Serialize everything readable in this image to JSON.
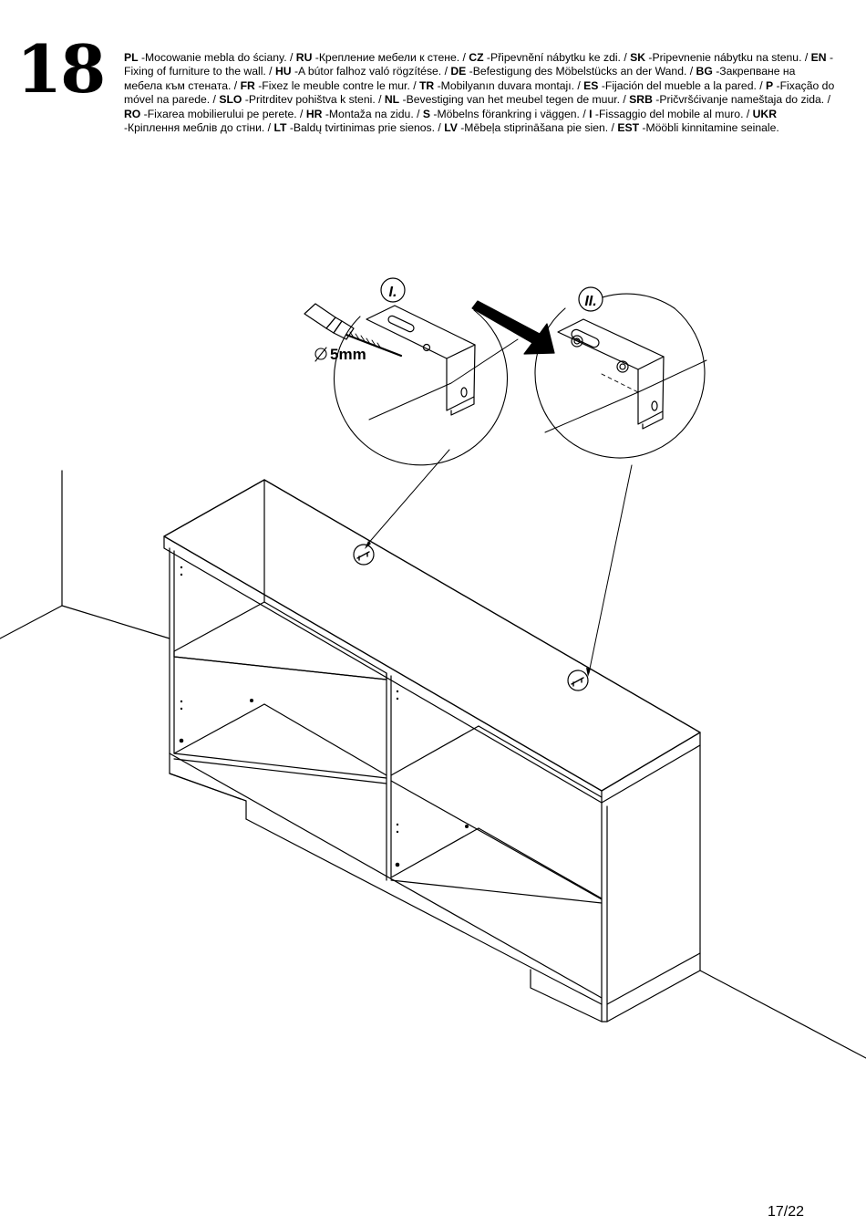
{
  "step": {
    "number": "18"
  },
  "instructions": [
    {
      "code": "PL",
      "text": "-Mocowanie mebla do ściany. /"
    },
    {
      "code": "RU",
      "text": "-Крепление мебели к стене. /"
    },
    {
      "code": "CZ",
      "text": "-Připevnění nábytku ke zdi. /"
    },
    {
      "code": "SK",
      "text": "-Pripevnenie nábytku na stenu. /"
    },
    {
      "code": "EN",
      "text": "-Fixing of furniture to the wall. /"
    },
    {
      "code": "HU",
      "text": "-A bútor falhoz való rögzítése. /"
    },
    {
      "code": "DE",
      "text": "-Befestigung des Möbelstücks an der Wand. /"
    },
    {
      "code": "BG",
      "text": "-Закрепване на мебела към стената. /"
    },
    {
      "code": "FR",
      "text": "-Fixez le meuble contre le mur. /"
    },
    {
      "code": "TR",
      "text": "-Mobilyanın duvara montajı. /"
    },
    {
      "code": "ES",
      "text": "-Fijación del mueble a la pared. /"
    },
    {
      "code": "P",
      "text": "-Fixação do móvel na parede. /"
    },
    {
      "code": "SLO",
      "text": "-Pritrditev pohištva k steni. /"
    },
    {
      "code": "NL",
      "text": "-Bevestiging van het meubel tegen de muur. /"
    },
    {
      "code": "SRB",
      "text": "-Pričvršćivanje nameštaja do zida. /"
    },
    {
      "code": "RO",
      "text": "-Fixarea mobilierului pe perete. /"
    },
    {
      "code": "HR",
      "text": "-Montaža na zidu. /"
    },
    {
      "code": "S",
      "text": "-Möbelns förankring i väggen. /"
    },
    {
      "code": "I",
      "text": "-Fissaggio del mobile al muro. /"
    },
    {
      "code": "UKR",
      "text": "-Кріплення меблів до стіни. /"
    },
    {
      "code": "LT",
      "text": "-Baldų tvirtinimas prie sienos. /"
    },
    {
      "code": "LV",
      "text": "-Mēbeļa stiprināšana pie sien. /"
    },
    {
      "code": "EST",
      "text": "-Mööbli kinnitamine seinale."
    }
  ],
  "diagram": {
    "detail_one_label": "I.",
    "detail_two_label": "II.",
    "drill_label": "5mm",
    "diameter_symbol": "⌀"
  },
  "footer": {
    "page_number": "17/22"
  }
}
